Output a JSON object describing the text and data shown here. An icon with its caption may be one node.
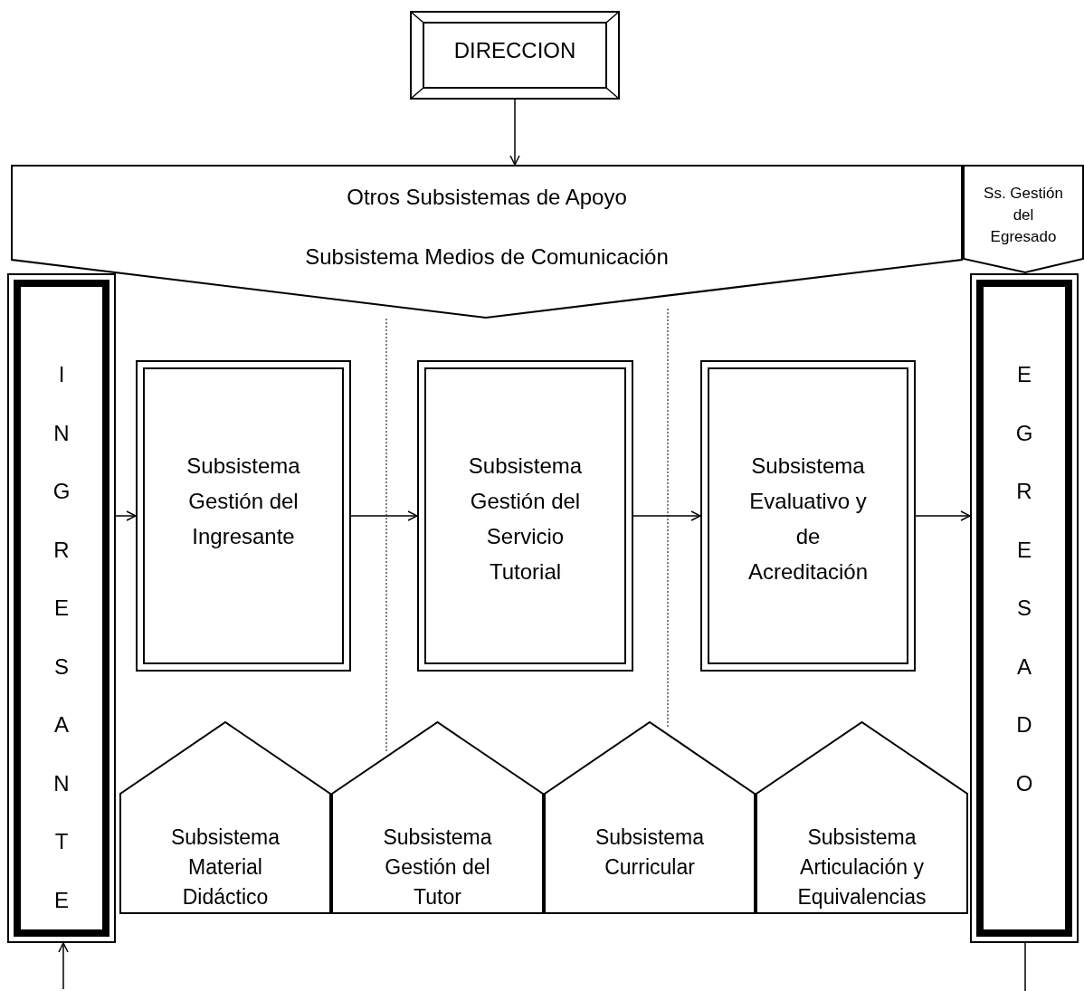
{
  "diagram": {
    "nodes": [
      {
        "text": [
          "DIRECCION"
        ]
      },
      {
        "text": [
          "Otros Subsistemas de Apoyo",
          "Subsistema Medios de Comunicación"
        ]
      },
      {
        "text": [
          "Ss. Gestión del Egresado"
        ]
      },
      {
        "text": [
          "INGRESANTE"
        ]
      },
      {
        "text": [
          "EGRESADO"
        ]
      },
      {
        "text": [
          "Subsistema Gestión del Ingresante"
        ]
      },
      {
        "text": [
          "Subsistema Gestión del Servicio Tutorial"
        ]
      },
      {
        "text": [
          "Subsistema Evaluativo y de Acreditación"
        ]
      },
      {
        "text": [
          "Subsistema Material Didáctico"
        ]
      },
      {
        "text": [
          "Subsistema Gestión del Tutor"
        ]
      },
      {
        "text": [
          "Subsistema Curricular"
        ]
      },
      {
        "text": [
          "Subsistema Articulación y Equivalencias"
        ]
      }
    ],
    "edges": [
      {
        "from": 0,
        "to": 1,
        "arrow": "to"
      },
      {
        "from": null,
        "to": 3,
        "arrow": "to"
      },
      {
        "from": 4,
        "to": null,
        "arrow": "none"
      },
      {
        "from": 3,
        "to": 5,
        "arrow": "to"
      },
      {
        "from": 5,
        "to": 6,
        "arrow": "to"
      },
      {
        "from": 6,
        "to": 7,
        "arrow": "to"
      },
      {
        "from": 7,
        "to": 4,
        "arrow": "to"
      }
    ]
  }
}
